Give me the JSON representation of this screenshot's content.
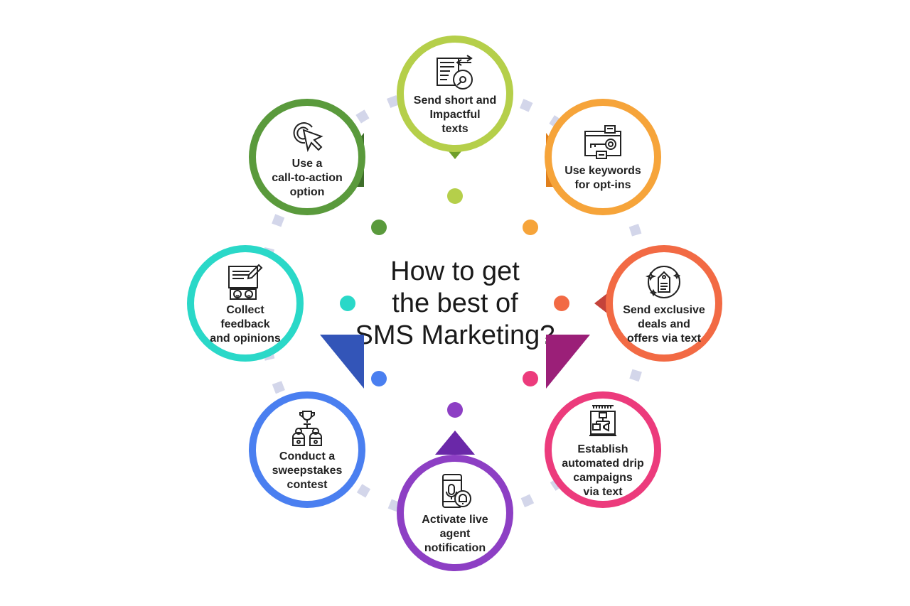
{
  "title": "How to get\nthe best of\nSMS Marketing?",
  "steps": [
    {
      "label": "Send short and\nImpactful\ntexts",
      "icon": "document-disc-icon",
      "color": "#b5cf4a",
      "shade": "#6e9e2a"
    },
    {
      "label": "Use keywords\nfor opt-ins",
      "icon": "key-chat-browser-icon",
      "color": "#f6a43a",
      "shade": "#e07f1c"
    },
    {
      "label": "Send exclusive\ndeals and\noffers via text",
      "icon": "badge-tag-icon",
      "color": "#f26a44",
      "shade": "#c4433a"
    },
    {
      "label": "Establish\nautomated drip\ncampaigns\nvia text",
      "icon": "automation-flow-icon",
      "color": "#ec3b7c",
      "shade": "#9b1f78"
    },
    {
      "label": "Activate live\nagent\nnotification",
      "icon": "phone-bell-icon",
      "color": "#8d3fc4",
      "shade": "#6a28a8"
    },
    {
      "label": "Conduct a\nsweepstakes\ncontest",
      "icon": "trophy-contest-icon",
      "color": "#4a7ff0",
      "shade": "#3355b8"
    },
    {
      "label": "Collect\nfeedback\nand opinions",
      "icon": "feedback-form-icon",
      "color": "#2ad8c8",
      "shade": "#1aa2b8"
    },
    {
      "label": "Use a\ncall-to-action\noption",
      "icon": "cursor-click-icon",
      "color": "#5a9a3c",
      "shade": "#3e6e2a"
    }
  ]
}
